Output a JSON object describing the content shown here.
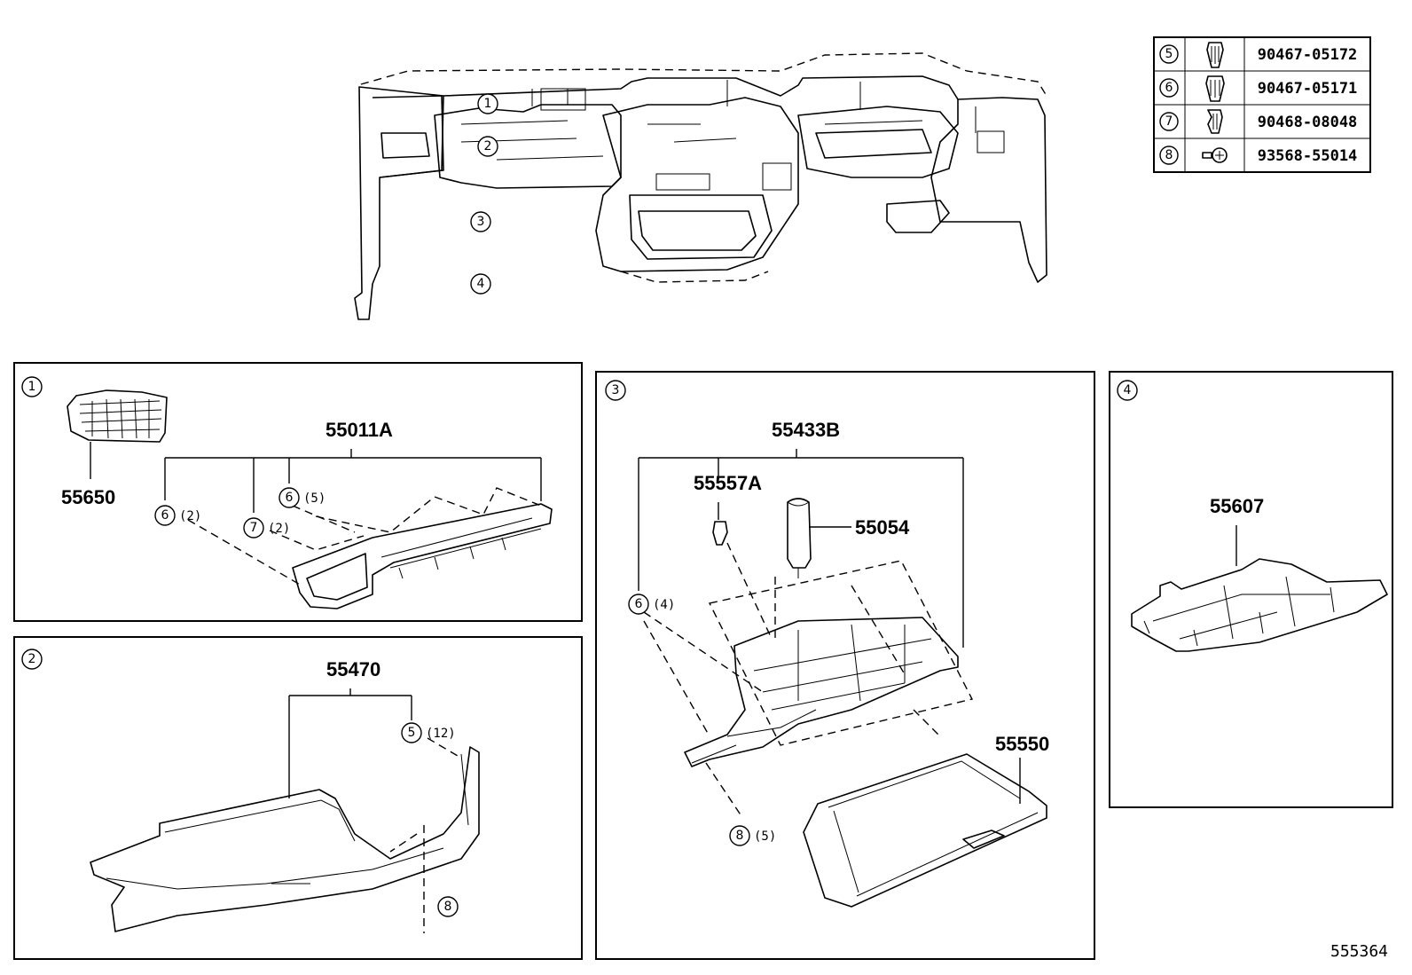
{
  "diagram_id": "555364",
  "section_markers": {
    "m1": "1",
    "m2": "2",
    "m3": "3",
    "m4": "4"
  },
  "fastener_table": [
    {
      "ref": "5",
      "icon": "push-clip-icon",
      "part_no": "90467-05172"
    },
    {
      "ref": "6",
      "icon": "push-clip-icon",
      "part_no": "90467-05171"
    },
    {
      "ref": "7",
      "icon": "clip-icon",
      "part_no": "90468-08048"
    },
    {
      "ref": "8",
      "icon": "screw-icon",
      "part_no": "93568-55014"
    }
  ],
  "panel1": {
    "marker": "1",
    "parts": {
      "main": "55011A",
      "vent": "55650"
    },
    "callouts": [
      {
        "ref": "6",
        "qty": "(2)"
      },
      {
        "ref": "7",
        "qty": "(2)"
      },
      {
        "ref": "6",
        "qty": "(5)"
      }
    ]
  },
  "panel2": {
    "marker": "2",
    "parts": {
      "main": "55470"
    },
    "callouts": [
      {
        "ref": "5",
        "qty": "(12)"
      },
      {
        "ref": "8",
        "qty": ""
      }
    ]
  },
  "panel3": {
    "marker": "3",
    "parts": {
      "main": "55433B",
      "striker": "55557A",
      "damper": "55054",
      "box": "55550"
    },
    "callouts": [
      {
        "ref": "6",
        "qty": "(4)"
      },
      {
        "ref": "8",
        "qty": "(5)"
      }
    ]
  },
  "panel4": {
    "marker": "4",
    "parts": {
      "main": "55607"
    }
  }
}
